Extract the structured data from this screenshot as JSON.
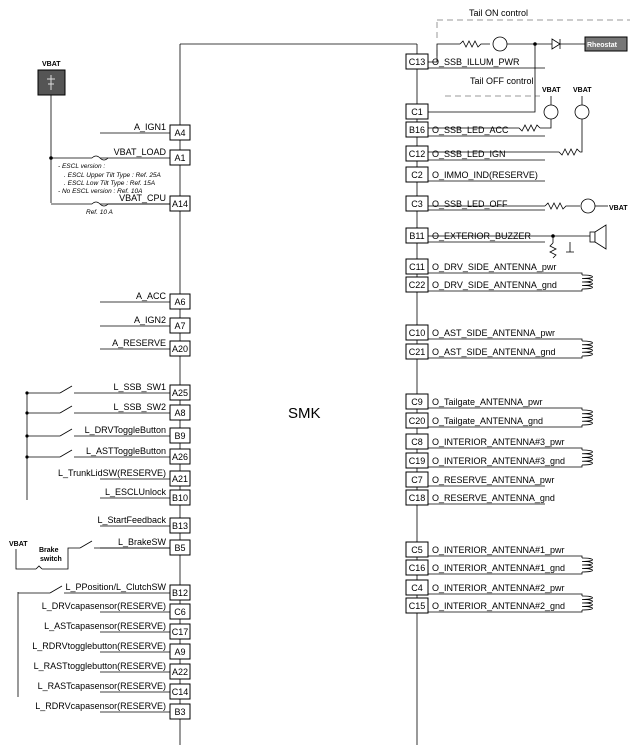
{
  "module": "SMK",
  "vbat_label": "VBAT",
  "rheostat": "Rheostat",
  "tail_on": "Tail ON control",
  "tail_off": "Tail OFF control",
  "brake_switch_line1": "Brake",
  "brake_switch_line2": "switch",
  "escl_notes": [
    "- ESCL version :",
    ". ESCL Upper Tilt Type : Ref. 25A",
    ". ESCL Low Tilt Type : Ref. 15A",
    "- No ESCL version : Ref. 10A"
  ],
  "ref_10a": "Ref. 10 A",
  "left_pins": [
    {
      "pin": "A4",
      "signal": "A_IGN1"
    },
    {
      "pin": "A1",
      "signal": "VBAT_LOAD"
    },
    {
      "pin": "A14",
      "signal": "VBAT_CPU"
    },
    {
      "pin": "A6",
      "signal": "A_ACC"
    },
    {
      "pin": "A7",
      "signal": "A_IGN2"
    },
    {
      "pin": "A20",
      "signal": "A_RESERVE"
    },
    {
      "pin": "A25",
      "signal": "L_SSB_SW1"
    },
    {
      "pin": "A8",
      "signal": "L_SSB_SW2"
    },
    {
      "pin": "B9",
      "signal": "L_DRVToggleButton"
    },
    {
      "pin": "A26",
      "signal": "L_ASTToggleButton"
    },
    {
      "pin": "A21",
      "signal": "L_TrunkLidSW(RESERVE)"
    },
    {
      "pin": "B10",
      "signal": "L_ESCLUnlock"
    },
    {
      "pin": "B13",
      "signal": "L_StartFeedback"
    },
    {
      "pin": "B5",
      "signal": "L_BrakeSW"
    },
    {
      "pin": "B12",
      "signal": "L_PPosition/L_ClutchSW"
    },
    {
      "pin": "C6",
      "signal": "L_DRVcapasensor(RESERVE)"
    },
    {
      "pin": "C17",
      "signal": "L_ASTcapasensor(RESERVE)"
    },
    {
      "pin": "A9",
      "signal": "L_RDRVtogglebutton(RESERVE)"
    },
    {
      "pin": "A22",
      "signal": "L_RASTtogglebutton(RESERVE)"
    },
    {
      "pin": "C14",
      "signal": "L_RASTcapasensor(RESERVE)"
    },
    {
      "pin": "B3",
      "signal": "L_RDRVcapasensor(RESERVE)"
    }
  ],
  "right_pins": [
    {
      "pin": "C13",
      "signal": "O_SSB_ILLUM_PWR"
    },
    {
      "pin": "C1",
      "signal": ""
    },
    {
      "pin": "B16",
      "signal": "O_SSB_LED_ACC"
    },
    {
      "pin": "C12",
      "signal": "O_SSB_LED_IGN"
    },
    {
      "pin": "C2",
      "signal": "O_IMMO_IND(RESERVE)"
    },
    {
      "pin": "C3",
      "signal": "O_SSB_LED_OFF"
    },
    {
      "pin": "B11",
      "signal": "O_EXTERIOR_BUZZER"
    },
    {
      "pin": "C11",
      "signal": "O_DRV_SIDE_ANTENNA_pwr"
    },
    {
      "pin": "C22",
      "signal": "O_DRV_SIDE_ANTENNA_gnd"
    },
    {
      "pin": "C10",
      "signal": "O_AST_SIDE_ANTENNA_pwr"
    },
    {
      "pin": "C21",
      "signal": "O_AST_SIDE_ANTENNA_gnd"
    },
    {
      "pin": "C9",
      "signal": "O_Tailgate_ANTENNA_pwr"
    },
    {
      "pin": "C20",
      "signal": "O_Tailgate_ANTENNA_gnd"
    },
    {
      "pin": "C8",
      "signal": "O_INTERIOR_ANTENNA#3_pwr"
    },
    {
      "pin": "C19",
      "signal": "O_INTERIOR_ANTENNA#3_gnd"
    },
    {
      "pin": "C7",
      "signal": "O_RESERVE_ANTENNA_pwr"
    },
    {
      "pin": "C18",
      "signal": "O_RESERVE_ANTENNA_gnd"
    },
    {
      "pin": "C5",
      "signal": "O_INTERIOR_ANTENNA#1_pwr"
    },
    {
      "pin": "C16",
      "signal": "O_INTERIOR_ANTENNA#1_gnd"
    },
    {
      "pin": "C4",
      "signal": "O_INTERIOR_ANTENNA#2_pwr"
    },
    {
      "pin": "C15",
      "signal": "O_INTERIOR_ANTENNA#2_gnd"
    }
  ]
}
